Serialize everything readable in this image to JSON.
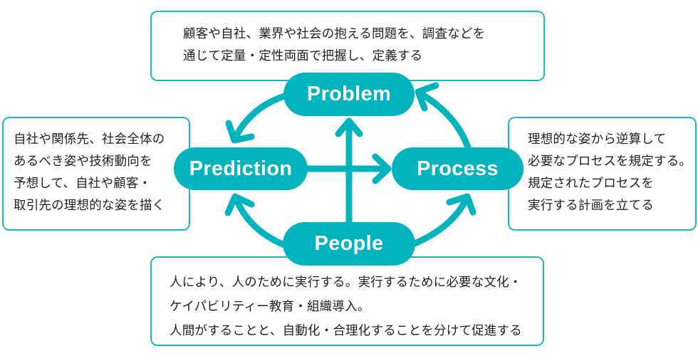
{
  "colors": {
    "accent": "#00b3bc",
    "box_border": "#1fb6be",
    "text": "#222222",
    "pill_text": "#ffffff"
  },
  "nodes": {
    "problem": {
      "label": "Problem"
    },
    "prediction": {
      "label": "Prediction"
    },
    "process": {
      "label": "Process"
    },
    "people": {
      "label": "People"
    }
  },
  "descriptions": {
    "problem": {
      "lines": [
        "顧客や自社、業界や社会の抱える問題を、調査などを",
        "通じて定量・定性両面で把握し、定義する"
      ]
    },
    "prediction": {
      "lines": [
        "自社や関係先、社会全体の",
        "あるべき姿や技術動向を",
        "予想して、自社や顧客・",
        "取引先の理想的な姿を描く"
      ]
    },
    "process": {
      "lines": [
        "理想的な姿から逆算して",
        "必要なプロセスを規定する。",
        "規定されたプロセスを",
        "実行する計画を立てる"
      ]
    },
    "people": {
      "lines": [
        "人により、人のために実行する。実行するために必要な文化・",
        "ケイパビリティー教育・組織導入。",
        "人間がすることと、自動化・合理化することを分けて促進する"
      ]
    }
  },
  "connections": [
    {
      "from": "problem",
      "to": "prediction",
      "shape": "arc"
    },
    {
      "from": "process",
      "to": "problem",
      "shape": "arc"
    },
    {
      "from": "people",
      "to": "prediction",
      "shape": "arc"
    },
    {
      "from": "people",
      "to": "process",
      "shape": "arc"
    },
    {
      "from": "people",
      "to": "problem",
      "shape": "straight"
    },
    {
      "from": "prediction",
      "to": "process",
      "shape": "straight"
    }
  ]
}
